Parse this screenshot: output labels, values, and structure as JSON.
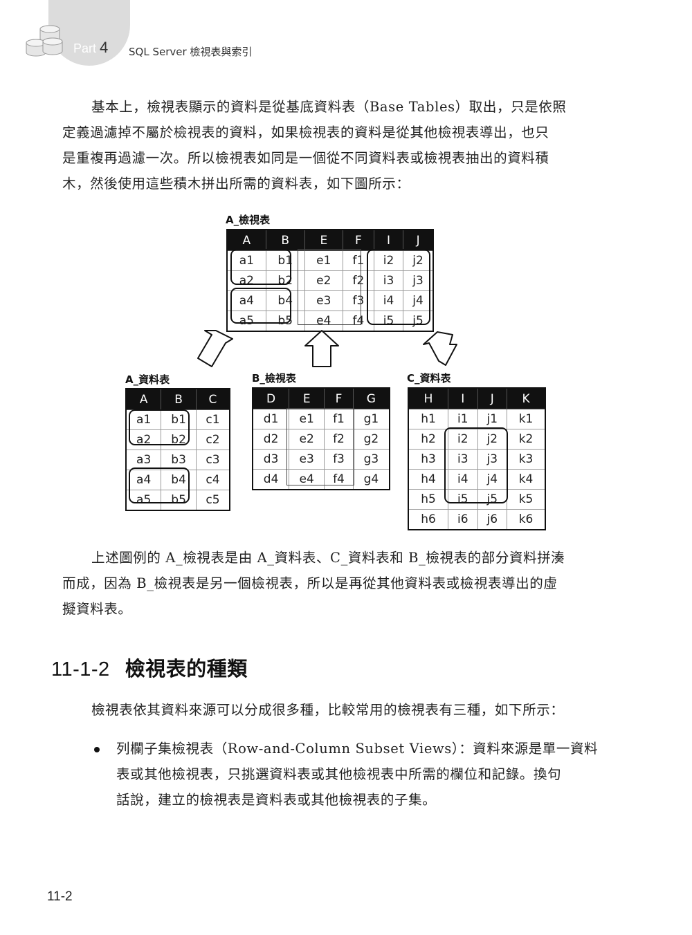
{
  "header": {
    "part_label": "Part",
    "part_number": "4",
    "chapter_title": "SQL Server 檢視表與索引"
  },
  "paragraph1": [
    "基本上，檢視表顯示的資料是從基底資料表（Base Tables）取出，只是依照",
    "定義過濾掉不屬於檢視表的資料，如果檢視表的資料是從其他檢視表導出，也只",
    "是重複再過濾一次。所以檢視表如同是一個從不同資料表或檢視表抽出的資料積",
    "木，然後使用這些積木拼出所需的資料表，如下圖所示："
  ],
  "diagram": {
    "view_a": {
      "label": "A_檢視表",
      "headers": [
        "A",
        "B",
        "E",
        "F",
        "I",
        "J"
      ],
      "rows": [
        [
          "a1",
          "b1",
          "e1",
          "f1",
          "i2",
          "j2"
        ],
        [
          "a2",
          "b2",
          "e2",
          "f2",
          "i3",
          "j3"
        ],
        [
          "a4",
          "b4",
          "e3",
          "f3",
          "i4",
          "j4"
        ],
        [
          "a5",
          "b5",
          "e4",
          "f4",
          "i5",
          "j5"
        ]
      ]
    },
    "table_a": {
      "label": "A_資料表",
      "headers": [
        "A",
        "B",
        "C"
      ],
      "rows": [
        [
          "a1",
          "b1",
          "c1"
        ],
        [
          "a2",
          "b2",
          "c2"
        ],
        [
          "a3",
          "b3",
          "c3"
        ],
        [
          "a4",
          "b4",
          "c4"
        ],
        [
          "a5",
          "b5",
          "c5"
        ]
      ]
    },
    "view_b": {
      "label": "B_檢視表",
      "headers": [
        "D",
        "E",
        "F",
        "G"
      ],
      "rows": [
        [
          "d1",
          "e1",
          "f1",
          "g1"
        ],
        [
          "d2",
          "e2",
          "f2",
          "g2"
        ],
        [
          "d3",
          "e3",
          "f3",
          "g3"
        ],
        [
          "d4",
          "e4",
          "f4",
          "g4"
        ]
      ]
    },
    "table_c": {
      "label": "C_資料表",
      "headers": [
        "H",
        "I",
        "J",
        "K"
      ],
      "rows": [
        [
          "h1",
          "i1",
          "j1",
          "k1"
        ],
        [
          "h2",
          "i2",
          "j2",
          "k2"
        ],
        [
          "h3",
          "i3",
          "j3",
          "k3"
        ],
        [
          "h4",
          "i4",
          "j4",
          "k4"
        ],
        [
          "h5",
          "i5",
          "j5",
          "k5"
        ],
        [
          "h6",
          "i6",
          "j6",
          "k6"
        ]
      ]
    }
  },
  "paragraph2": [
    "上述圖例的 A_檢視表是由 A_資料表、C_資料表和 B_檢視表的部分資料拼湊",
    "而成，因為 B_檢視表是另一個檢視表，所以是再從其他資料表或檢視表導出的虛",
    "擬資料表。"
  ],
  "section": {
    "number": "11-1-2",
    "title": "檢視表的種類"
  },
  "paragraph3": "檢視表依其資料來源可以分成很多種，比較常用的檢視表有三種，如下所示：",
  "bullet1": [
    "列欄子集檢視表（Row-and-Column Subset Views）：資料來源是單一資料",
    "表或其他檢視表，只挑選資料表或其他檢視表中所需的欄位和記錄。換句",
    "話說，建立的檢視表是資料表或其他檢視表的子集。"
  ],
  "page_number": "11-2"
}
